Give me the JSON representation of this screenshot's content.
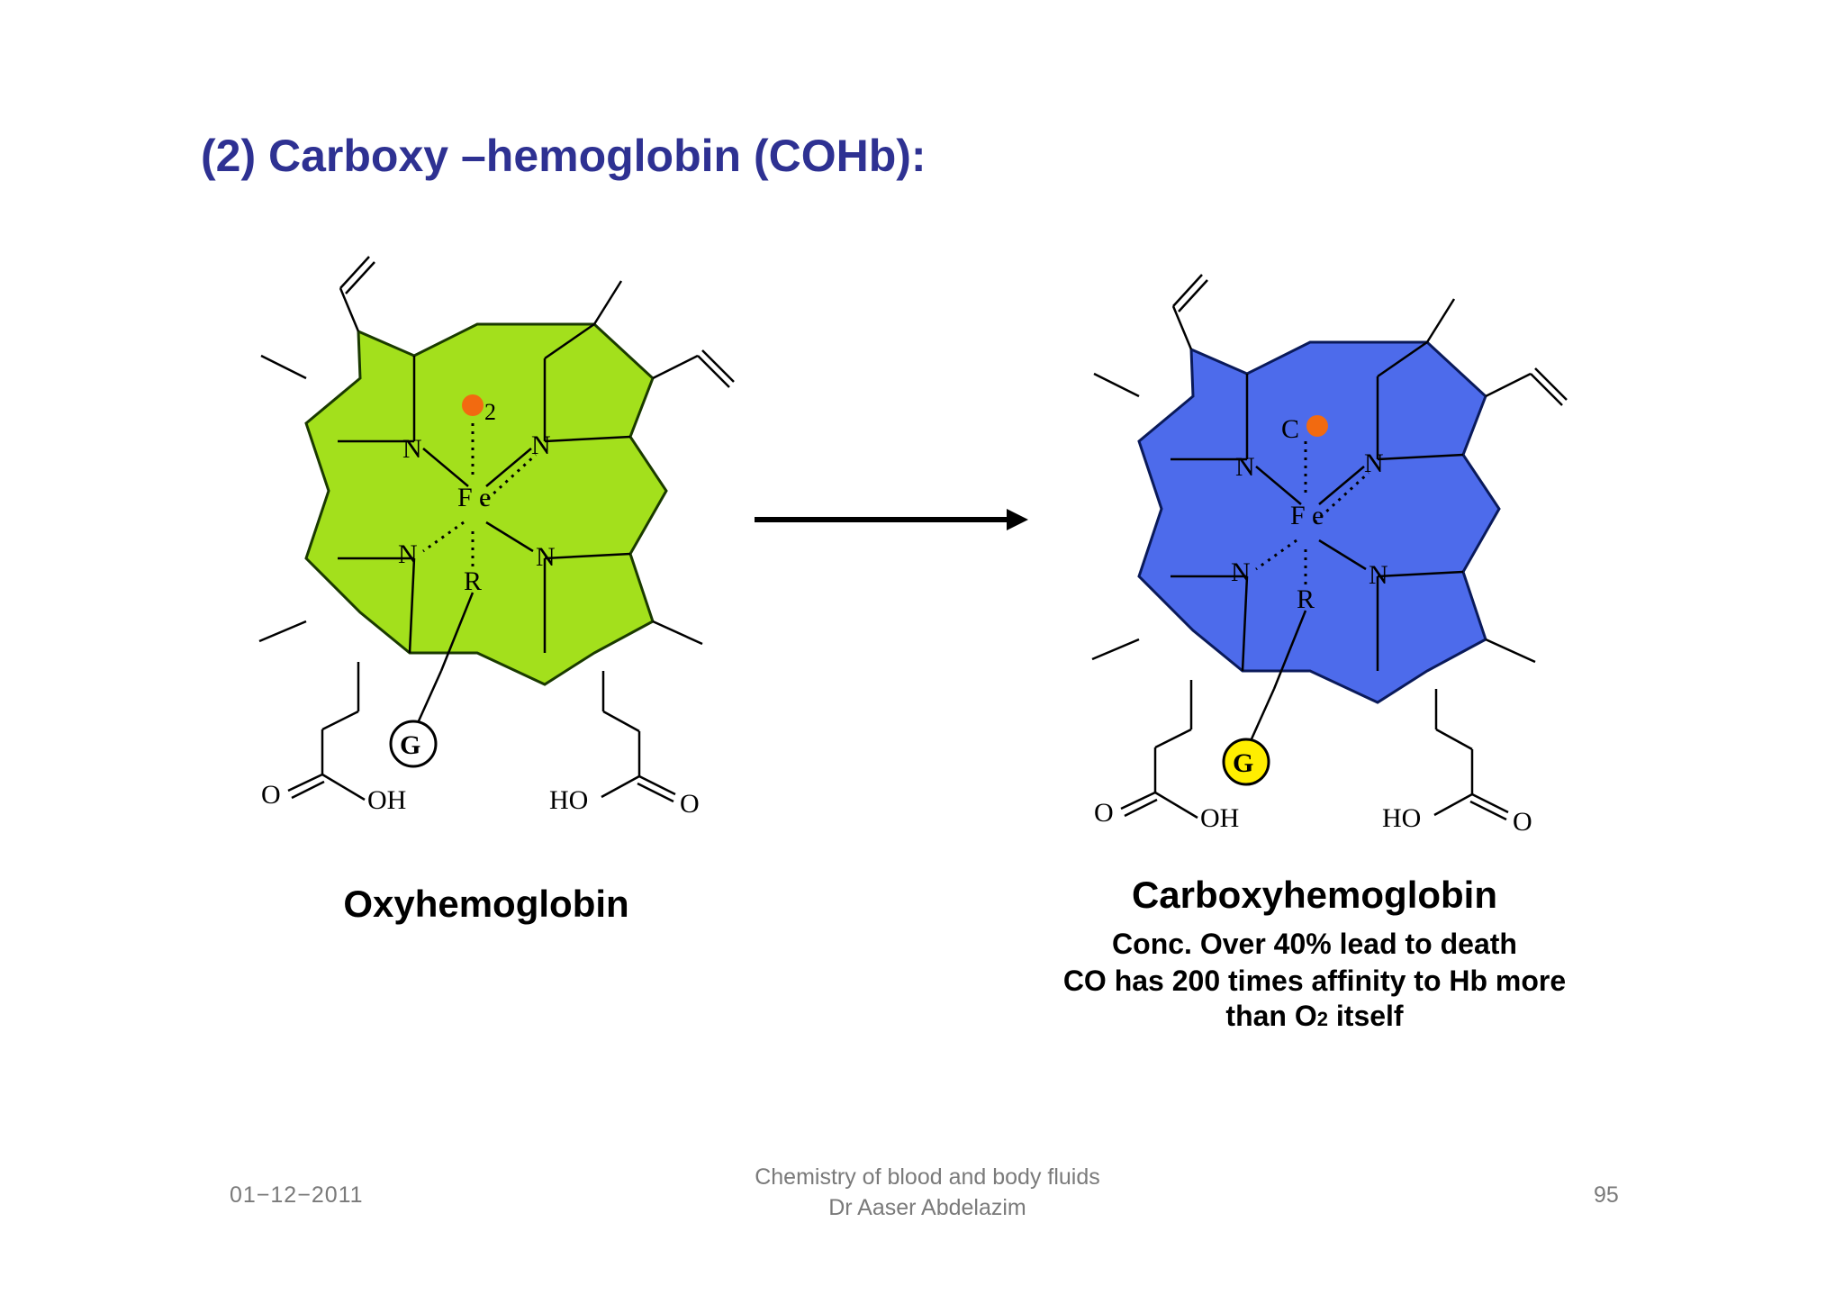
{
  "slide": {
    "title": "(2) Carboxy –hemoglobin (COHb):",
    "title_color": "#2E3192"
  },
  "diagram": {
    "left": {
      "name": "Oxyhemoglobin",
      "ring_color": "#A3E01C",
      "ligand_label": "O",
      "ligand_subscript": "2",
      "ligand_color": "#F26A10",
      "globin_label": "G",
      "globin_color": "#FFFFFF"
    },
    "right": {
      "name": "Carboxyhemoglobin",
      "ring_color": "#4D6BEB",
      "ligand_label": "C",
      "ligand_color": "#F26A10",
      "globin_label": "G",
      "globin_color": "#FFEE00"
    },
    "atoms": {
      "nitrogen": "N",
      "iron_f": "F",
      "iron_e": "e",
      "residue": "R",
      "oxygen": "O",
      "hydroxyl": "OH",
      "ho": "HO"
    },
    "captions": {
      "right_line1": "Conc. Over 40% lead to death",
      "right_line2": "CO has 200 times affinity to Hb more",
      "right_line3_a": "than O",
      "right_line3_sub": "2",
      "right_line3_b": " itself"
    }
  },
  "footer": {
    "date": "01−12−2011",
    "course": "Chemistry of blood and body fluids",
    "author": "Dr Aaser Abdelazim",
    "page": "95"
  }
}
